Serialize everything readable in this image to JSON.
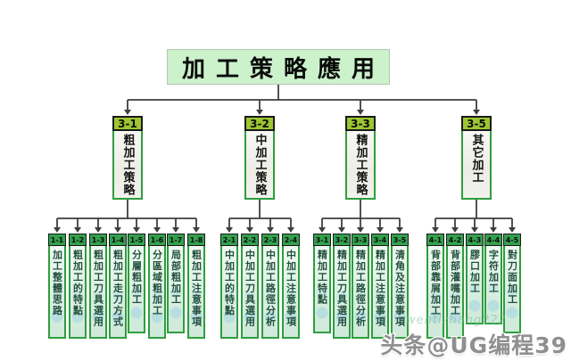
{
  "title": "加工策略應用",
  "branches": [
    {
      "id": "3-1",
      "label": "粗加工策略",
      "children": [
        {
          "id": "1-1",
          "label": "加工整體思路"
        },
        {
          "id": "1-2",
          "label": "粗加工的特點"
        },
        {
          "id": "1-3",
          "label": "粗加工刀具選用"
        },
        {
          "id": "1-4",
          "label": "粗加工走刀方式"
        },
        {
          "id": "1-5",
          "label": "分層粗加工"
        },
        {
          "id": "1-6",
          "label": "分區域粗加工"
        },
        {
          "id": "1-7",
          "label": "局部粗加工"
        },
        {
          "id": "1-8",
          "label": "粗加工注意事項"
        }
      ]
    },
    {
      "id": "3-2",
      "label": "中加工策略",
      "children": [
        {
          "id": "2-1",
          "label": "中加工的特點"
        },
        {
          "id": "2-2",
          "label": "中加工刀具選用"
        },
        {
          "id": "2-3",
          "label": "中加工路徑分析"
        },
        {
          "id": "2-4",
          "label": "中加工注意事項"
        }
      ]
    },
    {
      "id": "3-3",
      "label": "精加工策略",
      "children": [
        {
          "id": "3-1",
          "label": "精加工特點"
        },
        {
          "id": "3-2",
          "label": "精加工刀具選用"
        },
        {
          "id": "3-3",
          "label": "精加工路徑分析"
        },
        {
          "id": "3-4",
          "label": "精加工注意事項"
        },
        {
          "id": "3-5",
          "label": "清角及注意事項"
        }
      ]
    },
    {
      "id": "3-5",
      "label": "其它加工",
      "children": [
        {
          "id": "4-1",
          "label": "背部靠屑加工"
        },
        {
          "id": "4-2",
          "label": "背部灌嘴加工"
        },
        {
          "id": "4-3",
          "label": "膠口加工"
        },
        {
          "id": "4-4",
          "label": "字符加工"
        },
        {
          "id": "4-5",
          "label": "對刀面加工"
        }
      ]
    }
  ],
  "watermark": {
    "primary": "头条@UG编程39",
    "secondary": "wentizhang222"
  },
  "colors": {
    "title_bg": "#ccf2cc",
    "branch_header_bg": "#9dc630",
    "leaf_header_bg": "#33a04d",
    "box_border_green": "#2e9e3e",
    "connector_line": "#3f3f3f"
  }
}
